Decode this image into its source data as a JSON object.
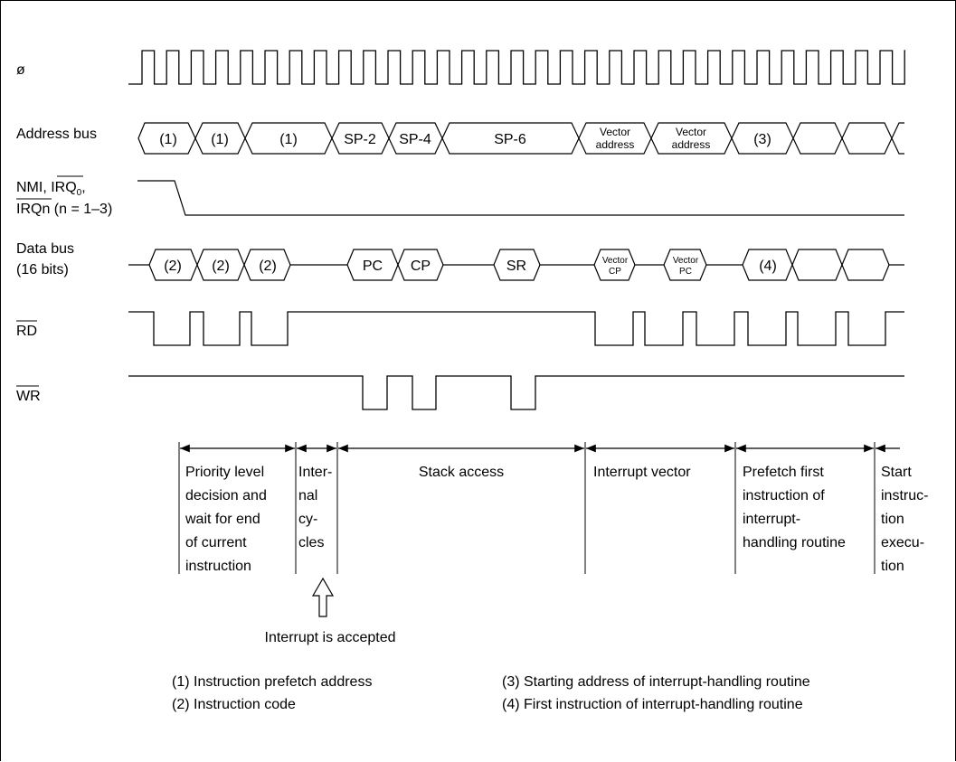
{
  "signals": {
    "clock": "ø",
    "address_bus": "Address bus",
    "nmi_line1": "NMI, ",
    "nmi_irq0": "IRQ",
    "nmi_irq0_sub": "0",
    "nmi_irq0_tail": ",",
    "nmi_line2_over": "IRQn",
    "nmi_line2_rest": " (n = 1–3)",
    "data_bus_line1": "Data bus",
    "data_bus_line2": "(16 bits)",
    "rd": "RD",
    "wr": "WR"
  },
  "address_bus": {
    "c1": "(1)",
    "c2": "(1)",
    "c3": "(1)",
    "sp2": "SP-2",
    "sp4": "SP-4",
    "sp6": "SP-6",
    "v1a": "Vector",
    "v1b": "address",
    "v2a": "Vector",
    "v2b": "address",
    "c3b": "(3)"
  },
  "data_bus": {
    "d1": "(2)",
    "d2": "(2)",
    "d3": "(2)",
    "pc": "PC",
    "cp": "CP",
    "sr": "SR",
    "v1a": "Vector",
    "v1b": "CP",
    "v2a": "Vector",
    "v2b": "PC",
    "d4": "(4)"
  },
  "phases": {
    "p1": [
      "Priority level",
      "decision and",
      "wait for end",
      "of current",
      "instruction"
    ],
    "p2": [
      "Inter-",
      "nal",
      "cy-",
      "cles"
    ],
    "p3": "Stack access",
    "p4": "Interrupt vector",
    "p5": [
      "Prefetch first",
      "instruction of",
      "interrupt-",
      "handling routine"
    ],
    "p6": [
      "Start",
      "instruc-",
      "tion",
      "execu-",
      "tion"
    ]
  },
  "accepted": "Interrupt is accepted",
  "legend": {
    "l1": "(1)  Instruction prefetch address",
    "l2": "(2)  Instruction code",
    "l3": "(3)  Starting address of interrupt-handling routine",
    "l4": "(4)  First instruction of interrupt-handling routine"
  }
}
